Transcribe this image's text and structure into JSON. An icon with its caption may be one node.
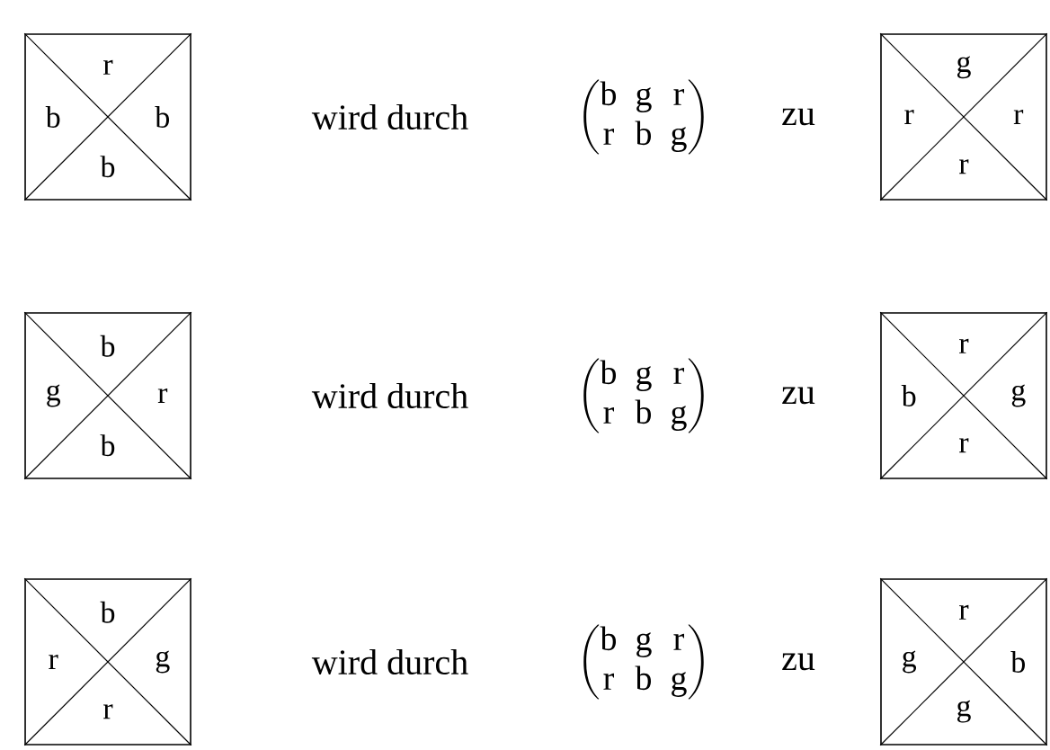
{
  "diagram": {
    "nodes": [
      {
        "text": [
          "r",
          "b",
          "b",
          "b"
        ]
      },
      {
        "text": [
          "g",
          "r",
          "r",
          "r"
        ]
      },
      {
        "text": [
          "b",
          "g",
          "r",
          "b"
        ]
      },
      {
        "text": [
          "r",
          "b",
          "g",
          "r"
        ]
      },
      {
        "text": [
          "b",
          "r",
          "g",
          "r"
        ]
      },
      {
        "text": [
          "r",
          "g",
          "b",
          "g"
        ]
      }
    ],
    "labels": [
      "wird durch",
      "\\begin{pmatrix}\\mathrm{b} & \\mathrm{g} & \\mathrm{r}\\\\ \\mathrm{r} & \\mathrm{b} & \\mathrm{g}\\end{pmatrix}",
      "zu",
      "wird durch",
      "\\begin{pmatrix}\\mathrm{b} & \\mathrm{g} & \\mathrm{r}\\\\ \\mathrm{r} & \\mathrm{b} & \\mathrm{g}\\end{pmatrix}",
      "zu",
      "wird durch",
      "\\begin{pmatrix}\\mathrm{b} & \\mathrm{g} & \\mathrm{r}\\\\ \\mathrm{r} & \\mathrm{b} & \\mathrm{g}\\end{pmatrix}",
      "zu"
    ]
  }
}
